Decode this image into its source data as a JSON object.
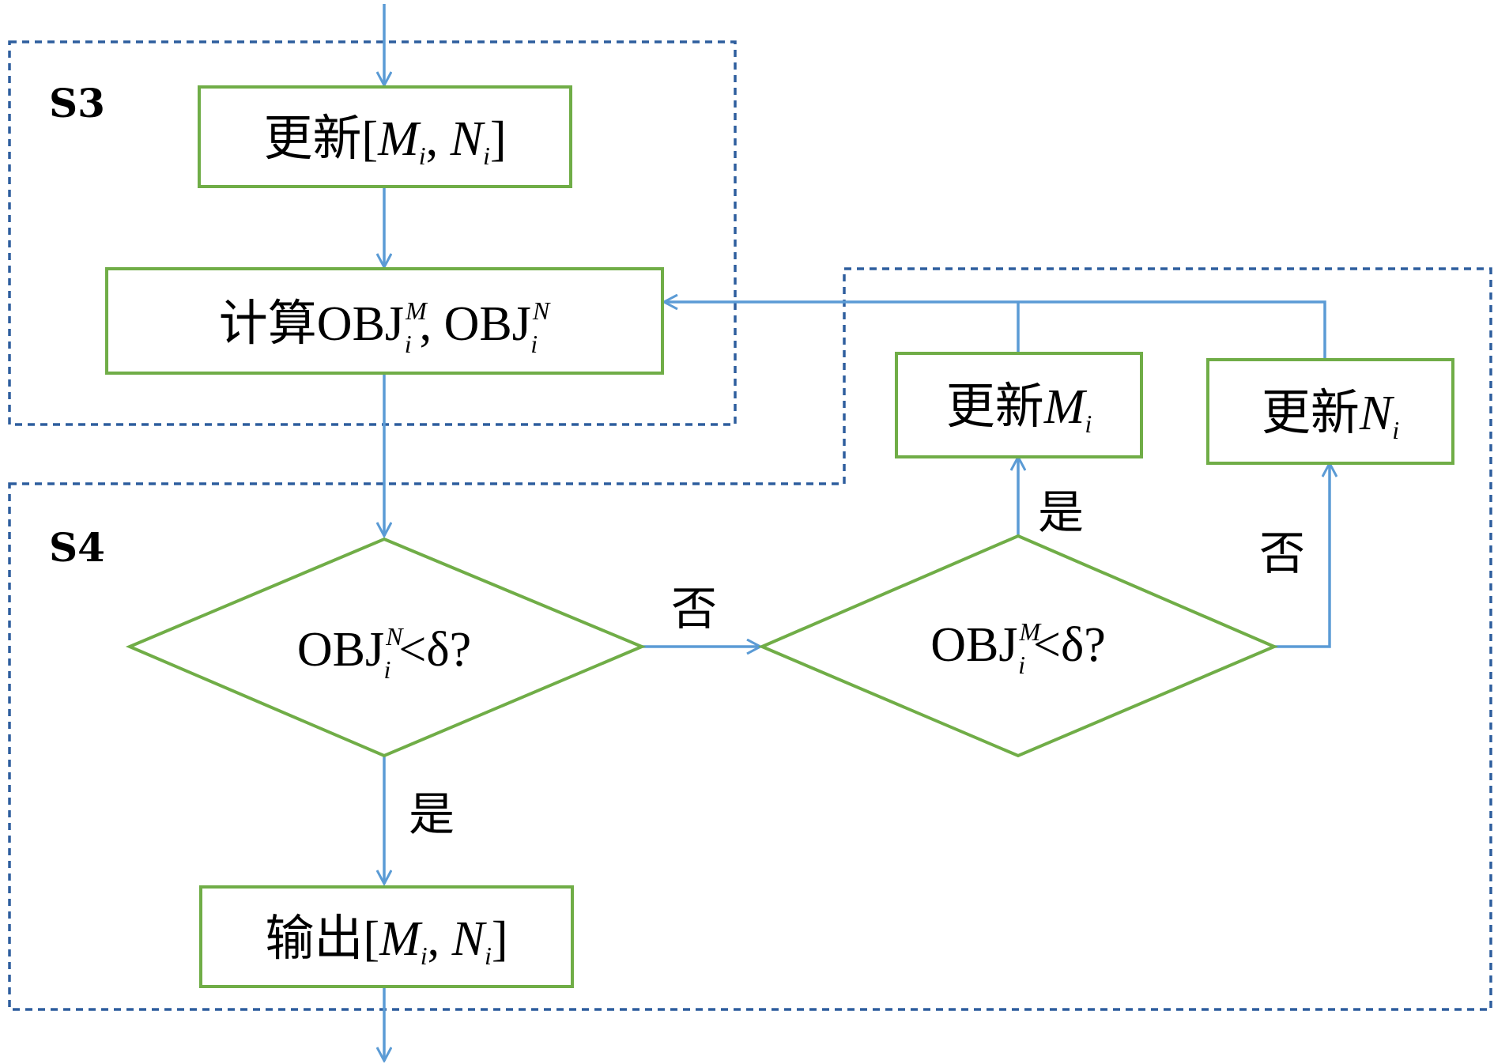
{
  "sections": {
    "s3": "S3",
    "s4": "S4"
  },
  "nodes": {
    "update_mn": {
      "zh": "更新",
      "M": "M",
      "N": "N",
      "sub": "i"
    },
    "compute_obj": {
      "zh": "计算",
      "obj": "OBJ",
      "supM": "M",
      "supN": "N",
      "sub": "i"
    },
    "decision_n": {
      "obj": "OBJ",
      "sup": "N",
      "sub": "i",
      "cond": "<δ?"
    },
    "decision_m": {
      "obj": "OBJ",
      "sup": "M",
      "sub": "i",
      "cond": "<δ?"
    },
    "update_m": {
      "zh": "更新",
      "var": "M",
      "sub": "i"
    },
    "update_n": {
      "zh": "更新",
      "var": "N",
      "sub": "i"
    },
    "output_mn": {
      "zh": "输出",
      "M": "M",
      "N": "N",
      "sub": "i"
    }
  },
  "edge_labels": {
    "no_1": "否",
    "yes_1": "是",
    "yes_2": "是",
    "no_2": "否"
  },
  "colors": {
    "box_border": "#70ad47",
    "arrow": "#5b9bd5",
    "section_border": "#2e5e9e"
  }
}
